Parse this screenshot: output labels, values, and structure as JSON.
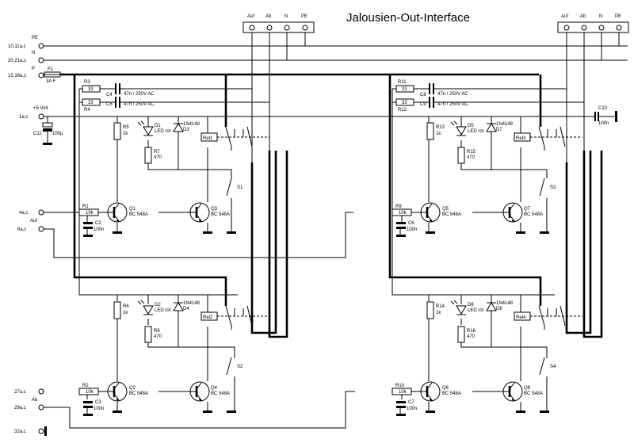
{
  "title": "Jalousien-Out-Interface",
  "terminal_block_labels": [
    "Auf",
    "Ab",
    "N",
    "PE"
  ],
  "terminals": {
    "pe": {
      "label": "PE",
      "pins": "10,11a,c"
    },
    "n": {
      "label": "N",
      "pins": "20,21a,c"
    },
    "p": {
      "label": "P",
      "pins": "15,16a,c"
    },
    "v5": {
      "label": "+5 Volt",
      "pins": "1a,c"
    },
    "in_auf": {
      "label": "Auf",
      "pins": "4a,c"
    },
    "out_auf": {
      "pins": "6a,c"
    },
    "in_ab": {
      "label": "Ab",
      "pins": "27a,c"
    },
    "out_ab": {
      "pins": "29a,c"
    },
    "gnd": {
      "pins": "32a,c"
    }
  },
  "fuse": {
    "ref": "F1",
    "value": "3A F"
  },
  "c10": {
    "ref": "C10",
    "value": "100n"
  },
  "c11": {
    "ref": "C11",
    "value": "100µ"
  },
  "snubbers": [
    {
      "r": "R3",
      "r_val": "33",
      "c": "C4",
      "c_val": "47n / 250V AC"
    },
    {
      "r": "R4",
      "r_val": "33",
      "c": "C5",
      "c_val": "47n / 250V AC"
    },
    {
      "r": "R11",
      "r_val": "33",
      "c": "C8",
      "c_val": "47n / 250V AC"
    },
    {
      "r": "R12",
      "r_val": "33",
      "c": "C9",
      "c_val": "47n / 250V AC"
    }
  ],
  "channels": [
    {
      "rin": "R1",
      "rin_val": "10k",
      "cap": "C2",
      "cap_val": "100n",
      "qa": "Q1",
      "qb": "Q3",
      "q_type": "BC 548A",
      "rb": "R5",
      "rb_val": "1k",
      "led": "D1",
      "led_val": "LED rot",
      "diode": "D3",
      "diode_val": "1N4148",
      "rl": "R7",
      "rl_val": "470",
      "relay": "Rel1",
      "sw": "S1"
    },
    {
      "rin": "R2",
      "rin_val": "10k",
      "cap": "C3",
      "cap_val": "100n",
      "qa": "Q2",
      "qb": "Q4",
      "q_type": "BC 548A",
      "rb": "R6",
      "rb_val": "1k",
      "led": "D2",
      "led_val": "LED rot",
      "diode": "D4",
      "diode_val": "1N4148",
      "rl": "R8",
      "rl_val": "470",
      "relay": "Rel2",
      "sw": "S2"
    },
    {
      "rin": "R9",
      "rin_val": "10k",
      "cap": "C6",
      "cap_val": "100n",
      "qa": "Q5",
      "qb": "Q7",
      "q_type": "BC 548A",
      "rb": "R13",
      "rb_val": "1k",
      "led": "D5",
      "led_val": "LED rot",
      "diode": "D7",
      "diode_val": "1N4148",
      "rl": "R15",
      "rl_val": "470",
      "relay": "Rel3",
      "sw": "S3"
    },
    {
      "rin": "R10",
      "rin_val": "10k",
      "cap": "C7",
      "cap_val": "100n",
      "qa": "Q6",
      "qb": "Q8",
      "q_type": "BC 548A",
      "rb": "R14",
      "rb_val": "1k",
      "led": "D6",
      "led_val": "LED rot",
      "diode": "D8",
      "diode_val": "1N4148",
      "rl": "R16",
      "rl_val": "470",
      "relay": "Rel4",
      "sw": "S4"
    }
  ]
}
